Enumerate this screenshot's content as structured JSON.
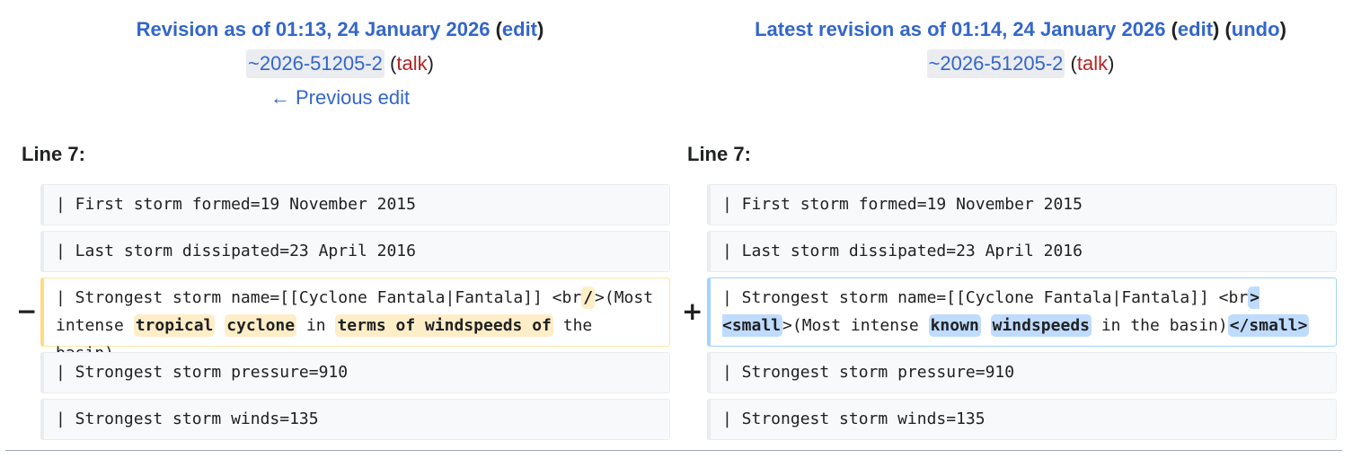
{
  "left_header": {
    "title": "Revision as of 01:13, 24 January 2026",
    "edit_label": "edit",
    "user": "~2026-51205-2",
    "talk_label": "talk",
    "prev_edit_label": "← Previous edit"
  },
  "right_header": {
    "title": "Latest revision as of 01:14, 24 January 2026",
    "edit_label": "edit",
    "undo_label": "undo",
    "user": "~2026-51205-2",
    "talk_label": "talk"
  },
  "left_line_label": "Line 7:",
  "right_line_label": "Line 7:",
  "markers": {
    "deleted": "−",
    "added": "+"
  },
  "context_lines": [
    "| First storm formed=19 November 2015",
    "| Last storm dissipated=23 April 2016",
    "| Strongest storm pressure=910",
    "| Strongest storm winds=135"
  ],
  "deleted_line": {
    "p1": "| Strongest storm name=[[Cyclone Fantala|Fantala]] <br",
    "h1": "/",
    "p2": ">(Most intense ",
    "h2": "tropical",
    "p3": " ",
    "h3": "cyclone",
    "p4": " in ",
    "h4": "terms of windspeeds of",
    "p5": " the basin)"
  },
  "added_line": {
    "p1": "| Strongest storm name=[[Cyclone Fantala|Fantala]] <br",
    "h1": "><small",
    "p2": ">(Most intense ",
    "h2": "known",
    "p3": " ",
    "h3": "windspeeds",
    "p4": " in the basin)",
    "h4": "</small>"
  },
  "colors": {
    "link": "#3366cc",
    "talk_link": "#b32424",
    "deleted_border": "#fedb83",
    "deleted_highlight": "#feeec8",
    "added_border": "#a3d3ff",
    "added_highlight": "#bfdbfe"
  }
}
